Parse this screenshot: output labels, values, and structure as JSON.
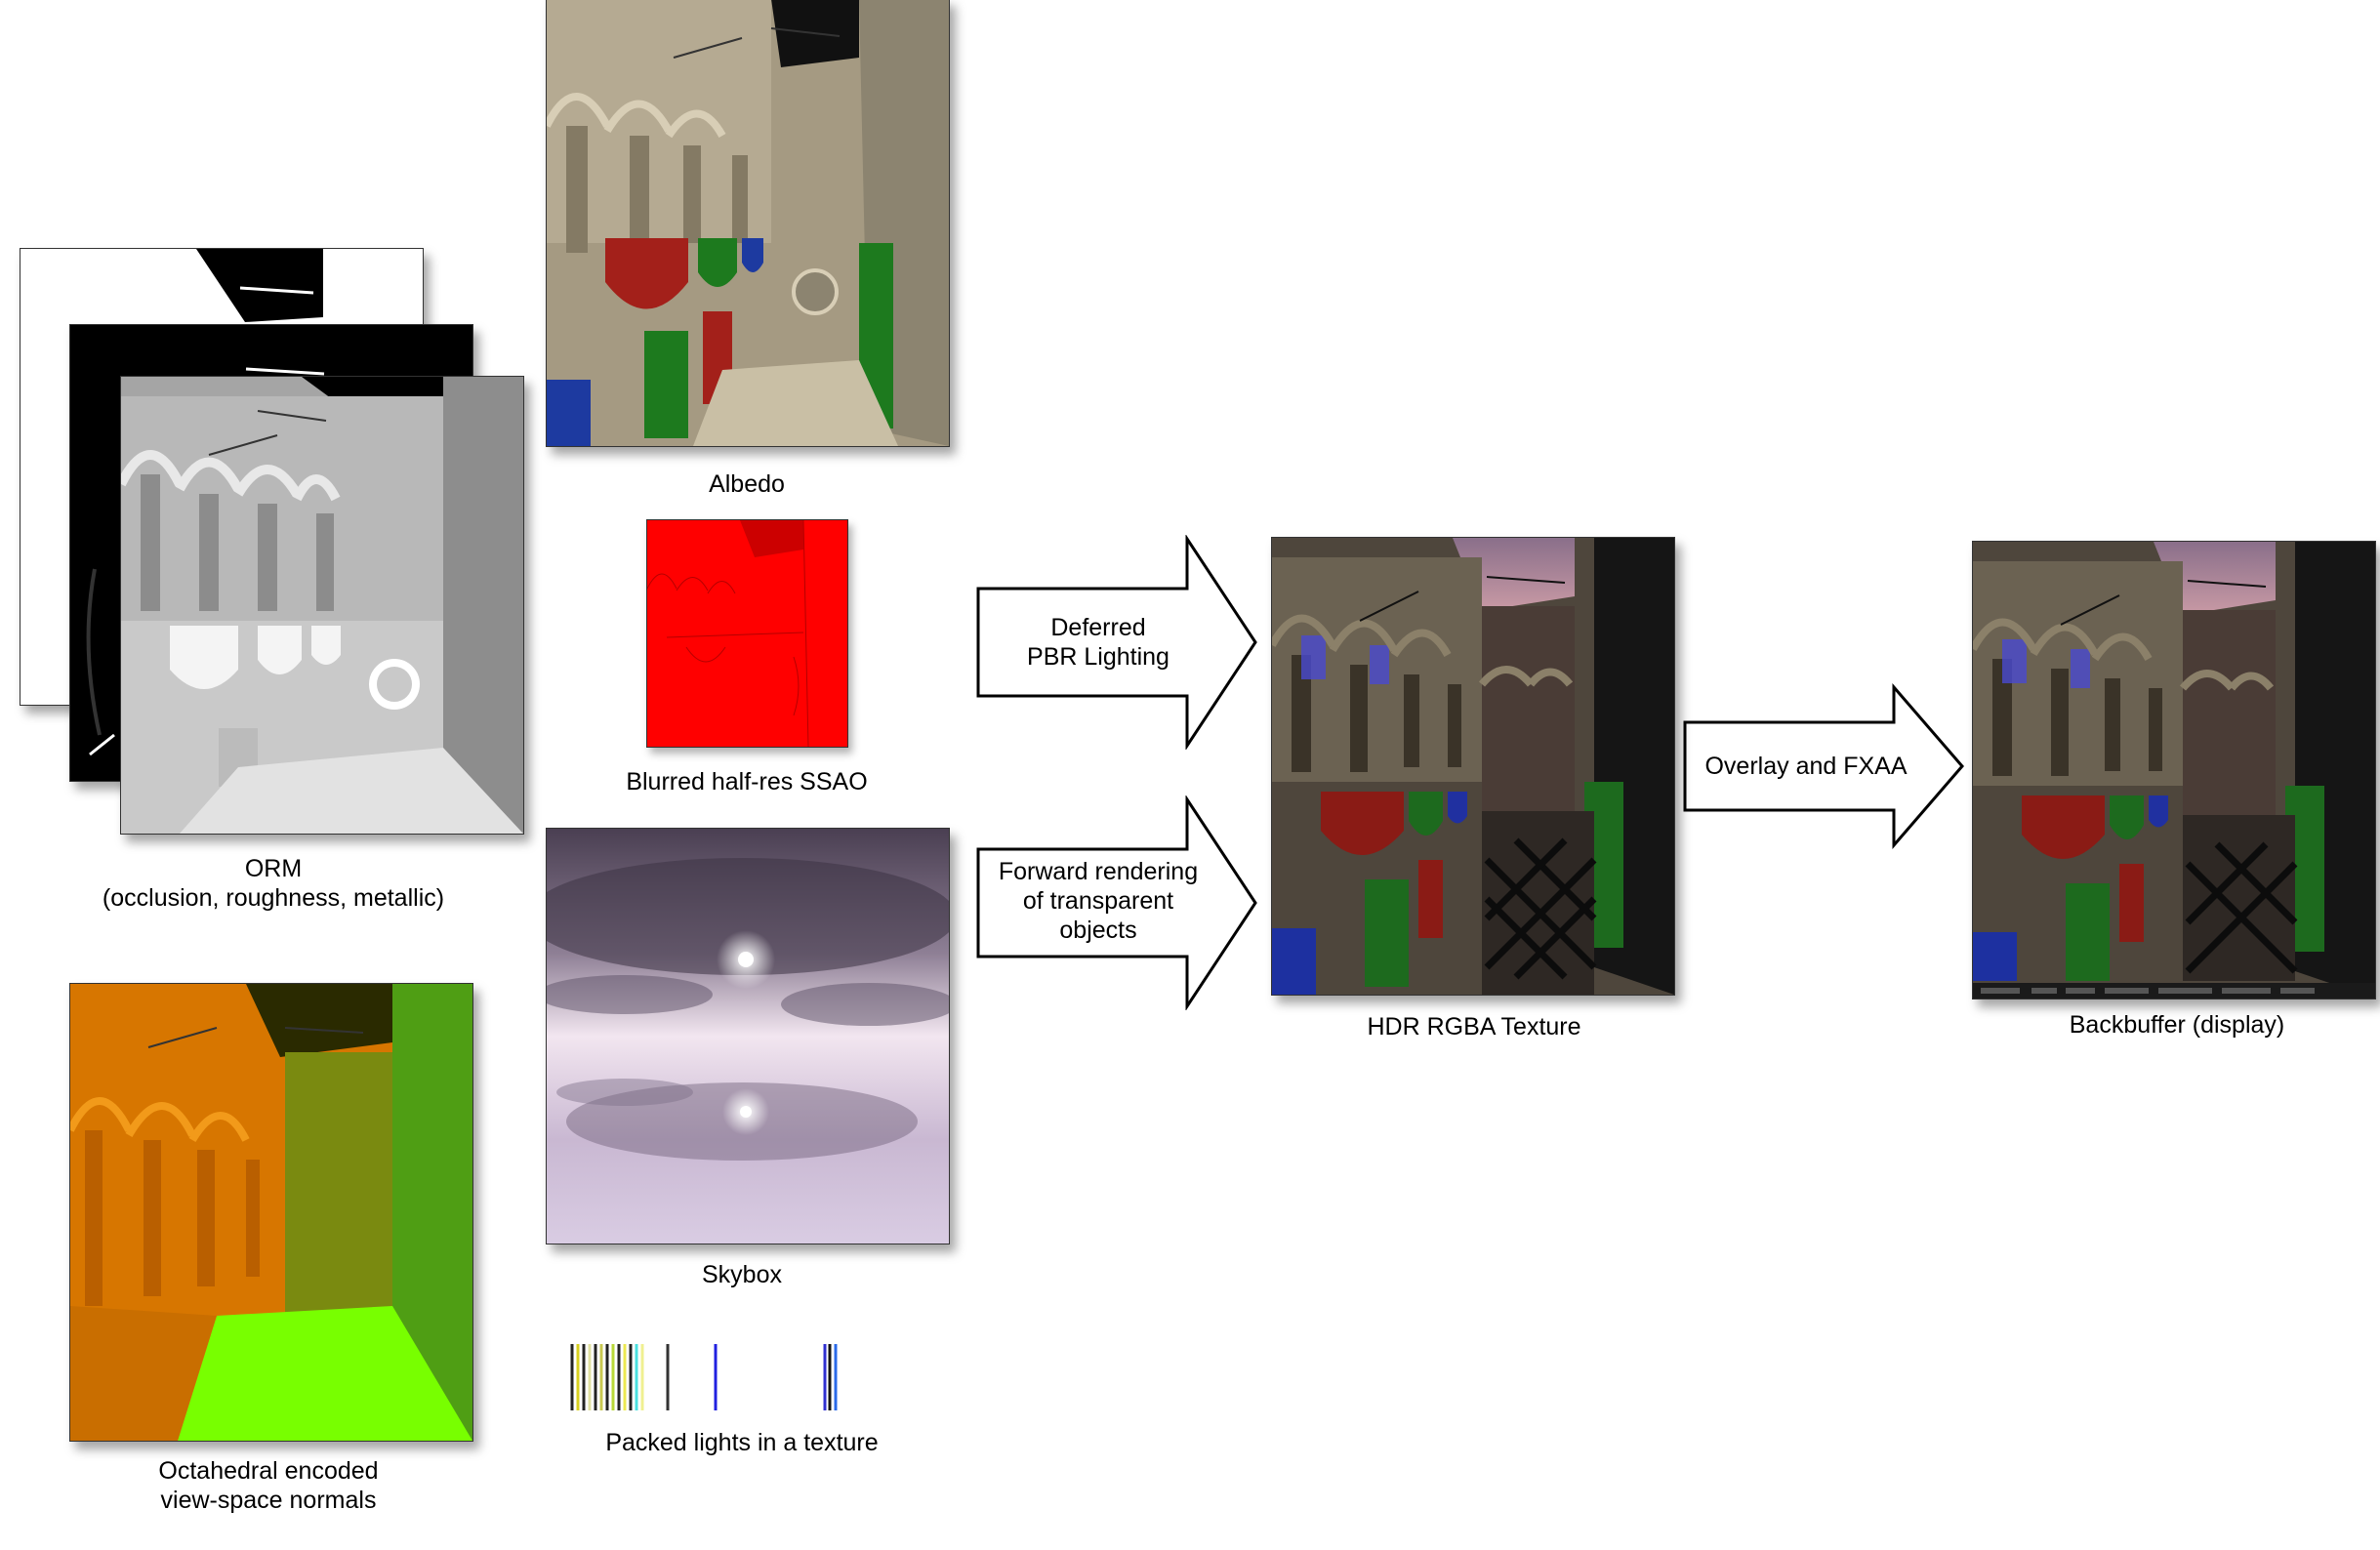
{
  "captions": {
    "albedo": "Albedo",
    "ssao": "Blurred half-res SSAO",
    "orm": "ORM\n(occlusion, roughness, metallic)",
    "skybox": "Skybox",
    "normals": "Octahedral encoded\n view-space normals",
    "lights": "Packed lights in a texture",
    "hdr": "HDR RGBA Texture",
    "backbuffer": "Backbuffer (display)"
  },
  "arrows": {
    "deferred": "Deferred\nPBR Lighting",
    "forward": "Forward rendering\nof transparent\nobjects",
    "overlay": "Overlay and FXAA"
  },
  "colors": {
    "ssao": "#ff0000",
    "normals_orange": "#e07a00",
    "normals_green": "#78ff00",
    "sky_top": "#4a3f52",
    "sky_bottom": "#d8c8e0",
    "arrow_outline": "#000000"
  }
}
